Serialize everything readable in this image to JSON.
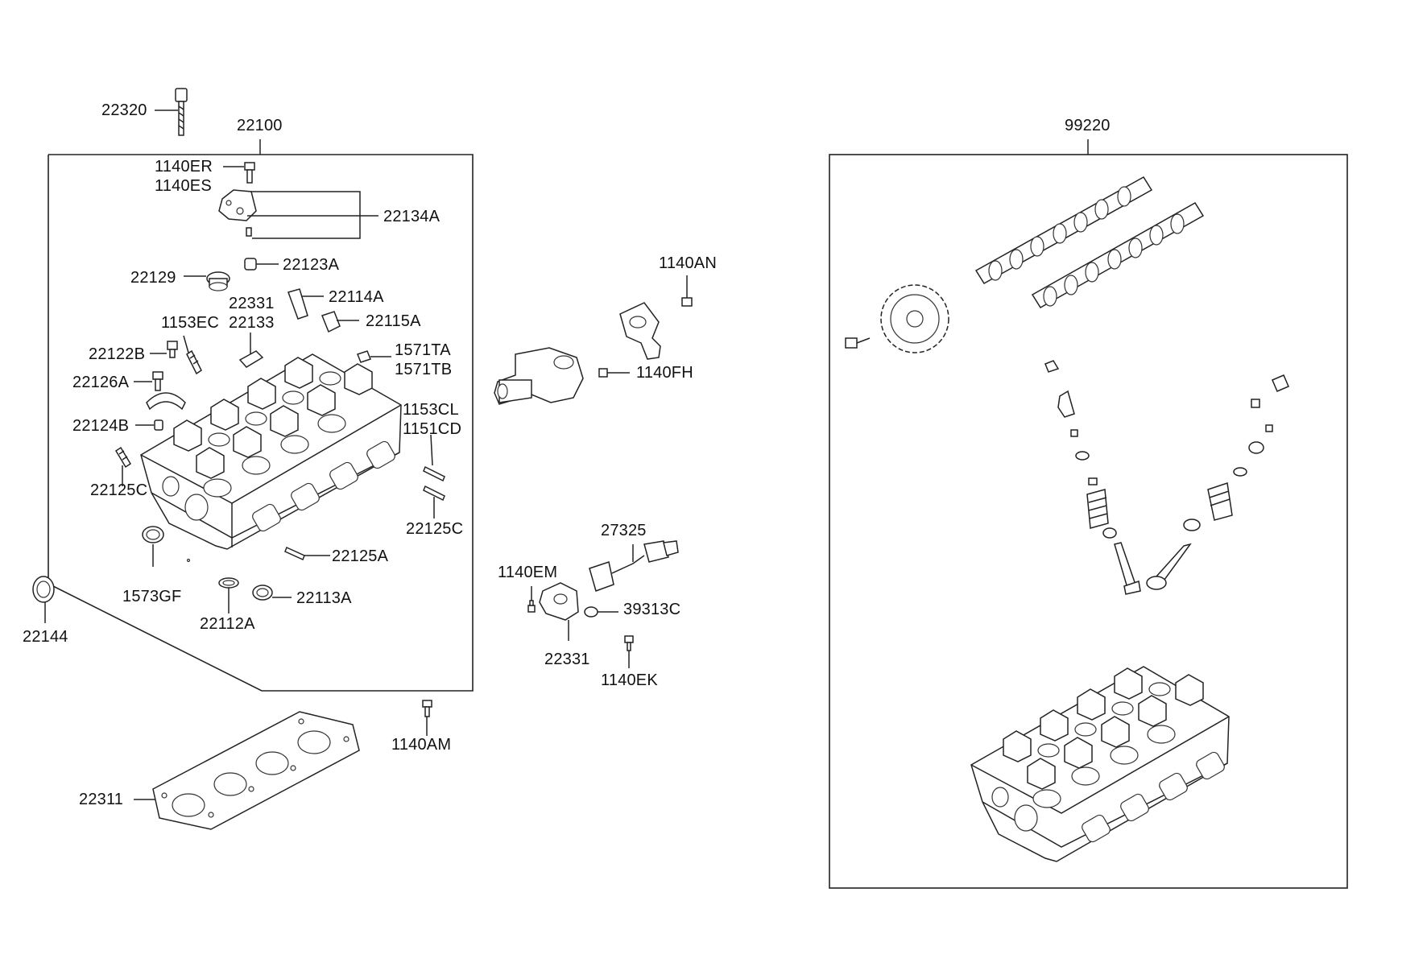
{
  "diagram": {
    "assembly_left": "22100",
    "assembly_right": "99220",
    "labels": {
      "p22320": "22320",
      "p1140ER": "1140ER",
      "p1140ES": "1140ES",
      "p22134A": "22134A",
      "p22129": "22129",
      "p22123A": "22123A",
      "p22331_top": "22331",
      "p22114A": "22114A",
      "p1153EC": "1153EC",
      "p22133": "22133",
      "p22115A": "22115A",
      "p22122B": "22122B",
      "p1571TA": "1571TA",
      "p1571TB": "1571TB",
      "p22126A": "22126A",
      "p1153CL": "1153CL",
      "p1151CD": "1151CD",
      "p22124B": "22124B",
      "p22125C_left": "22125C",
      "p22125C_right": "22125C",
      "p22125A": "22125A",
      "p1573GF": "1573GF",
      "p22113A": "22113A",
      "p22112A": "22112A",
      "p22144": "22144",
      "p1140AM": "1140AM",
      "p22311": "22311",
      "p1140AN": "1140AN",
      "p1140FH": "1140FH",
      "p27325": "27325",
      "p1140EM": "1140EM",
      "p39313C": "39313C",
      "p22331_bottom": "22331",
      "p1140EK": "1140EK"
    }
  }
}
